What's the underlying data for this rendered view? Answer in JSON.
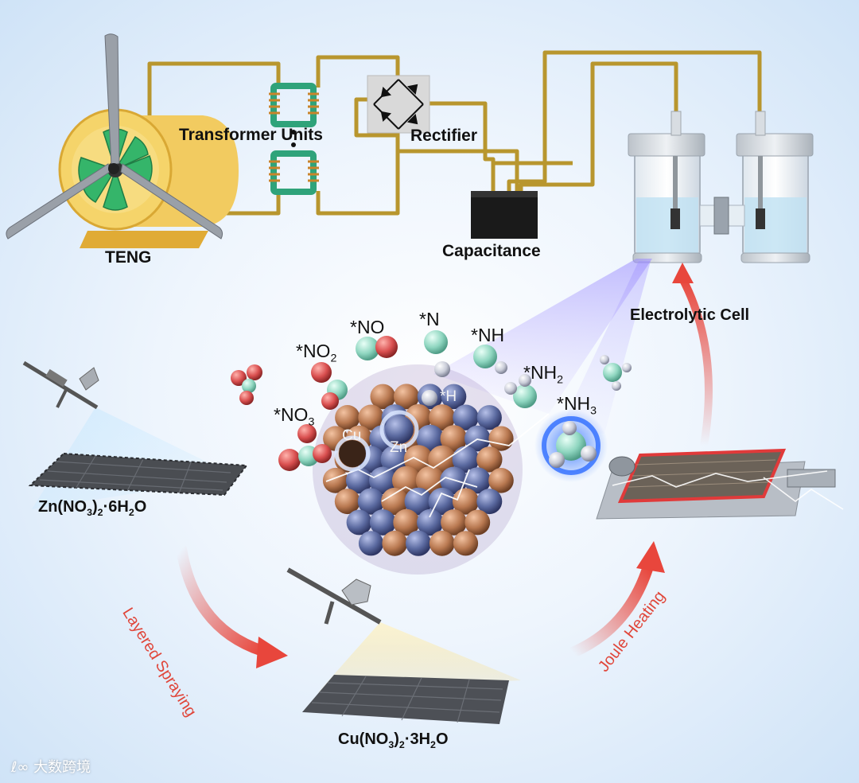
{
  "labels": {
    "teng": "TENG",
    "transformer_units": "Transformer Units",
    "rectifier": "Rectifier",
    "capacitance": "Capacitance",
    "electrolytic_cell": "Electrolytic Cell",
    "zn_precursor": {
      "a": "Zn(NO",
      "s1": "3",
      "b": ")",
      "s2": "2",
      "c": "·6H",
      "s3": "2",
      "d": "O"
    },
    "cu_precursor": {
      "a": "Cu(NO",
      "s1": "3",
      "b": ")",
      "s2": "2",
      "c": "·3H",
      "s3": "2",
      "d": "O"
    },
    "layered_spraying": "Layered Spraying",
    "joule_heating": "Joule Heating"
  },
  "species": {
    "no": "*NO",
    "n": "*N",
    "nh": "*NH",
    "no2": {
      "base": "*NO",
      "sub": "2"
    },
    "nh2": {
      "base": "*NH",
      "sub": "2"
    },
    "nh3": {
      "base": "*NH",
      "sub": "3"
    },
    "no3": {
      "base": "*NO",
      "sub": "3"
    },
    "h": "*H",
    "cu": "Cu",
    "zn": "Zn"
  },
  "watermark": "大数跨境",
  "colors": {
    "wire": "#b8962e",
    "copper": "#b87850",
    "zinc": "#5b6aa0",
    "nitrogen": "#8fd6c0",
    "oxygen": "#d94f4f",
    "hydrogen": "#c9ccd8",
    "arrow": "#e8463c",
    "glow": "#3a78ff",
    "teng_body": "#f0c44e",
    "teng_blade": "#35b56a"
  }
}
